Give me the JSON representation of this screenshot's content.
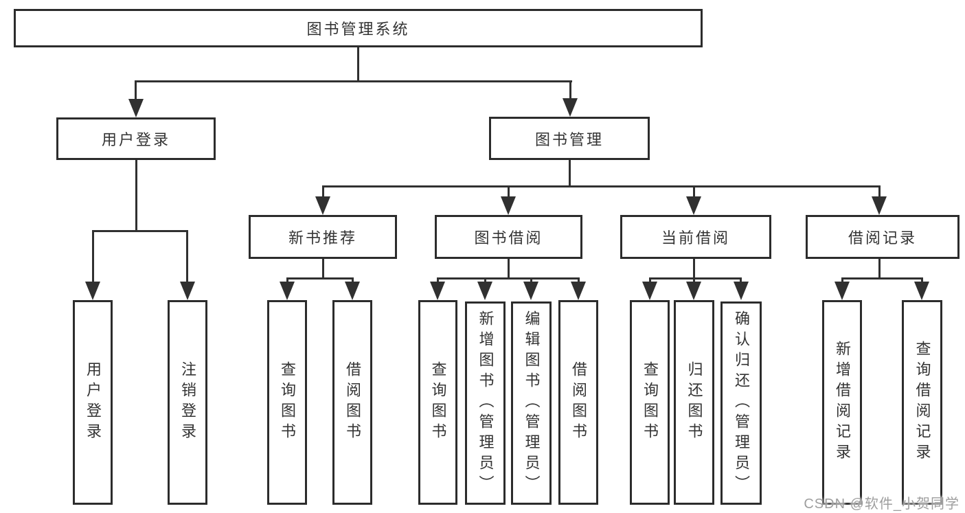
{
  "diagram": {
    "root": {
      "label": "图书管理系统"
    },
    "level1": {
      "user_login": {
        "label": "用户登录"
      },
      "book_mgmt": {
        "label": "图书管理"
      }
    },
    "level2": {
      "new_book": {
        "label": "新书推荐"
      },
      "book_borrow": {
        "label": "图书借阅"
      },
      "current_borrow": {
        "label": "当前借阅"
      },
      "borrow_record": {
        "label": "借阅记录"
      }
    },
    "leaves": {
      "user_login": [
        "用户登录",
        "注销登录"
      ],
      "new_book": [
        "查询图书",
        "借阅图书"
      ],
      "book_borrow": [
        "查询图书",
        "新增图书（管理员）",
        "编辑图书（管理员）",
        "借阅图书"
      ],
      "current_borrow": [
        "查询图书",
        "归还图书",
        "确认归还（管理员）"
      ],
      "borrow_record": [
        "新增借阅记录",
        "查询借阅记录"
      ]
    },
    "colors": {
      "line": "#303030",
      "border": "#2c2c2c",
      "text": "#333333",
      "background": "#ffffff",
      "watermark": "#9e9e9e"
    }
  },
  "watermark": {
    "text": "CSDN @软件_小贺同学"
  }
}
